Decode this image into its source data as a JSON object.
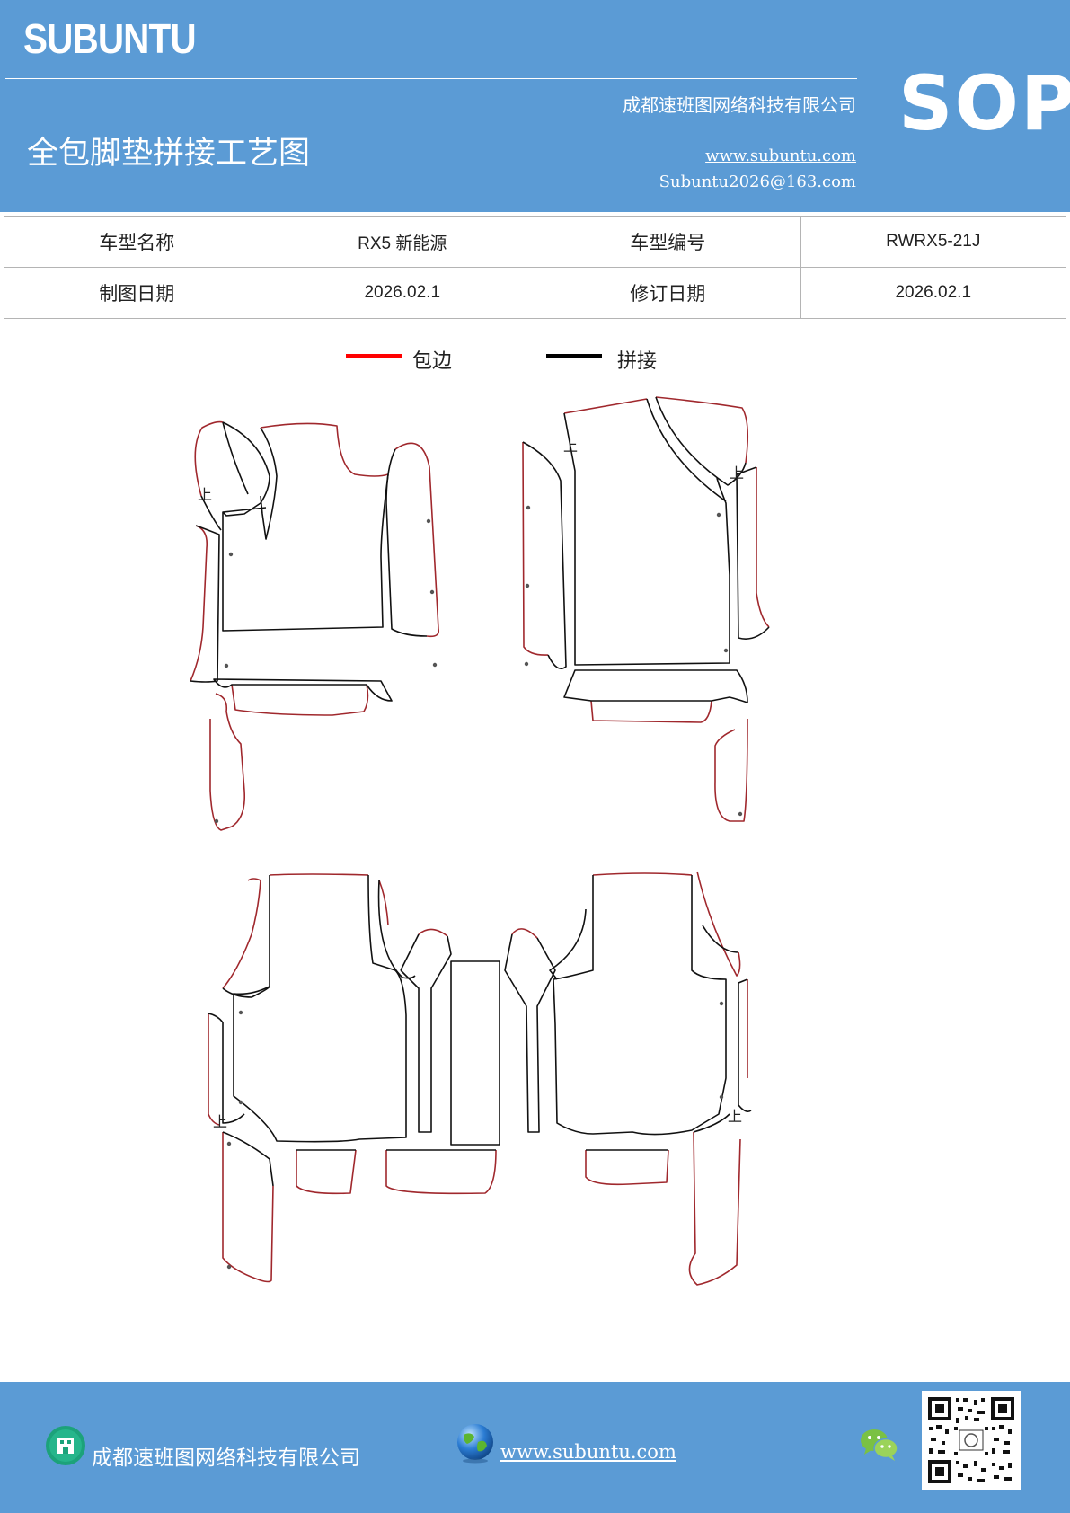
{
  "header": {
    "brand": "SUBUNTU",
    "company": "成都速班图网络科技有限公司",
    "title": "全包脚垫拼接工艺图",
    "website": "www.subuntu.com",
    "email": "Subuntu2026@163.com",
    "badge": "SOP"
  },
  "info": {
    "model_name_label": "车型名称",
    "model_name_value": "RX5  新能源",
    "model_code_label": "车型编号",
    "model_code_value": "RWRX5-21J",
    "draw_date_label": "制图日期",
    "draw_date_value": "2026.02.1",
    "revise_date_label": "修订日期",
    "revise_date_value": "2026.02.1"
  },
  "legend": {
    "edge_label": "包边",
    "edge_color": "#ff0000",
    "seam_label": "拼接",
    "seam_color": "#000000"
  },
  "diagram": {
    "up_mark": "上",
    "edge_stroke": "#a0282d",
    "seam_stroke": "#111111"
  },
  "footer": {
    "company": "成都速班图网络科技有限公司",
    "website": "www.subuntu.com ",
    "company_icon": "building-icon",
    "web_icon": "globe-icon",
    "social_icon": "wechat-icon",
    "qr_icon": "qr-code"
  },
  "colors": {
    "brand_blue": "#5b9bd5"
  }
}
